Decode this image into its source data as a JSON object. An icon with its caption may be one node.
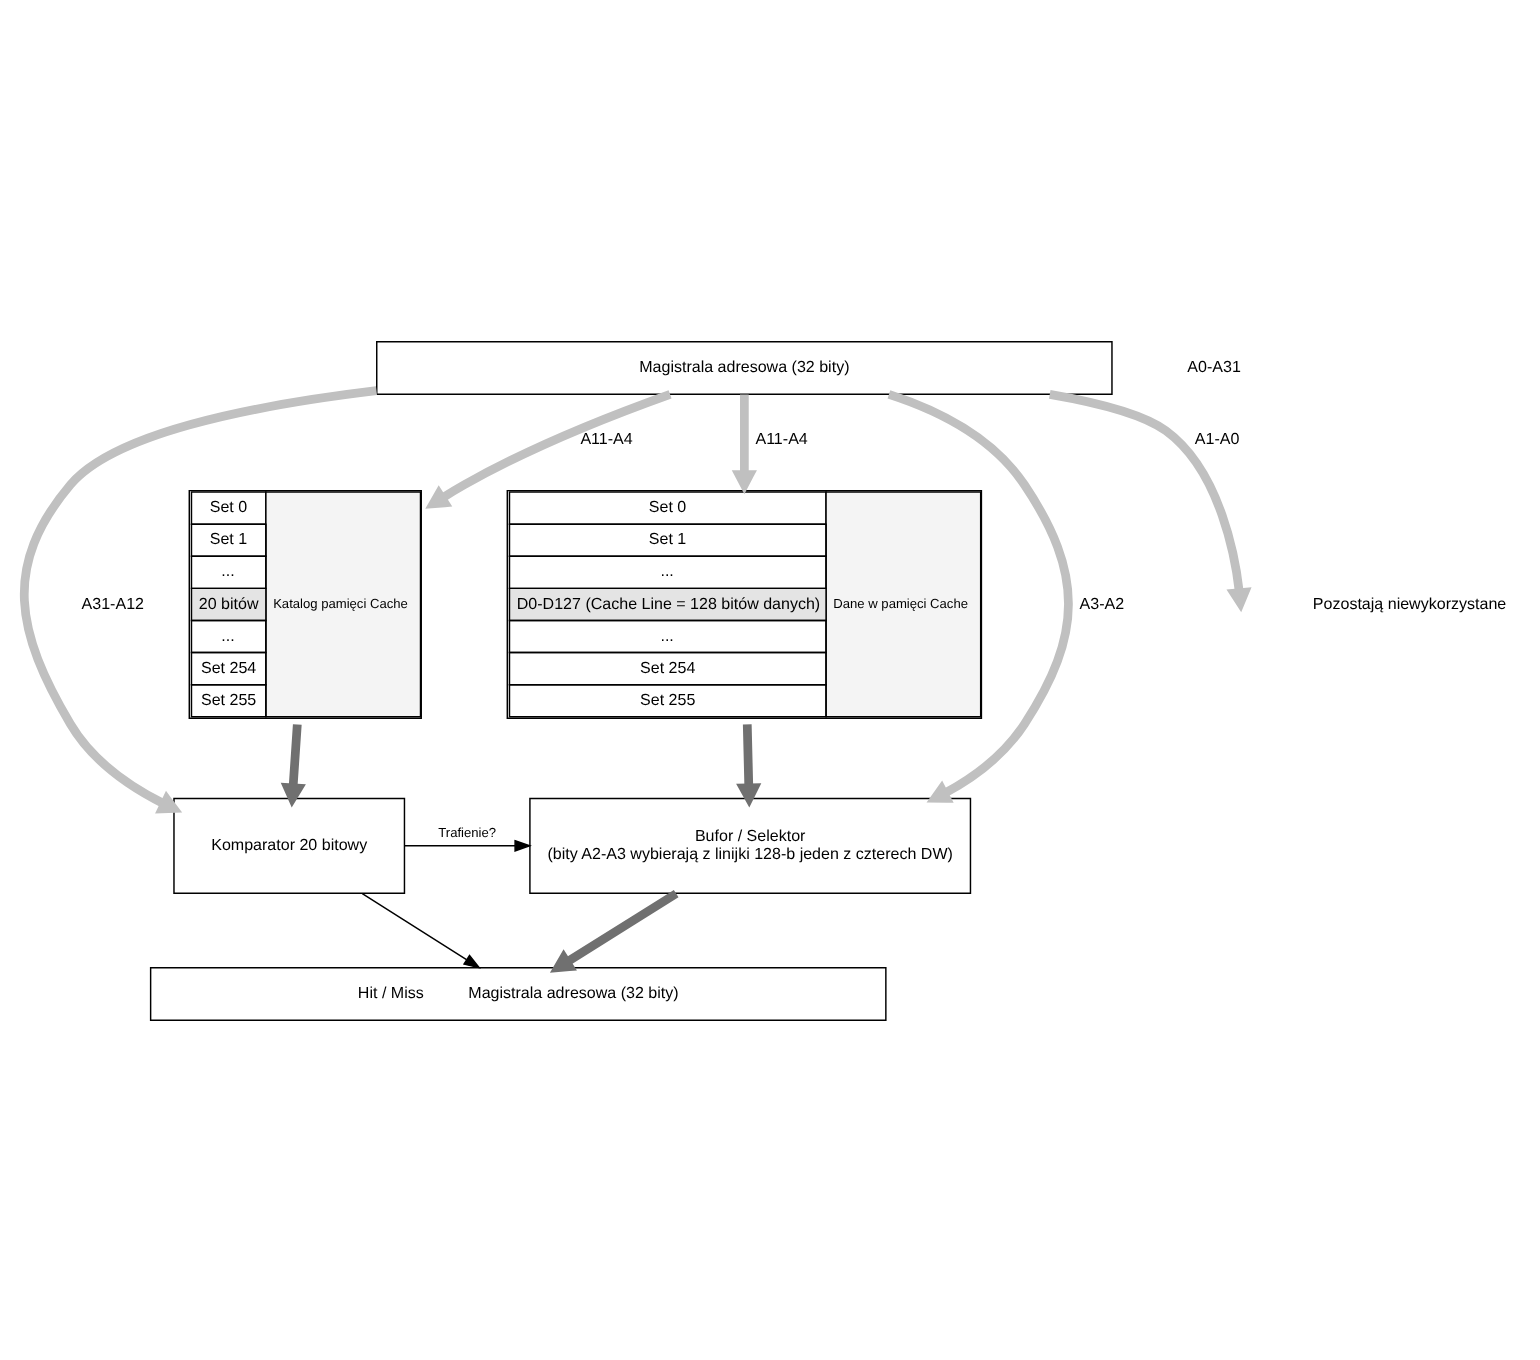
{
  "diagram": {
    "nodes": [
      {
        "text": [
          "Magistrala adresowa (32 bity)"
        ]
      },
      {
        "text": [
          "Set 0",
          "Set 1",
          "...",
          "20 bitów",
          "...",
          "Set 254",
          "Set 255",
          "Katalog pamięci Cache"
        ]
      },
      {
        "text": [
          "Set 0",
          "Set 1",
          "...",
          "D0-D127 (Cache Line = 128 bitów danych)",
          "...",
          "Set 254",
          "Set 255",
          "Dane w pamięci Cache"
        ]
      },
      {
        "text": [
          "Komparator 20 bitowy"
        ]
      },
      {
        "text": [
          "Bufor / Selektor",
          "(bity A2-A3 wybierają z linijki 128-b jeden z czterech DW)"
        ]
      },
      {
        "text": [
          "Hit / Miss",
          "Magistrala adresowa (32 bity)"
        ]
      }
    ],
    "edges": [
      {
        "from": 0,
        "to": 3,
        "arrow": "to",
        "label": "A31-A12"
      },
      {
        "from": 0,
        "to": 1,
        "arrow": "to",
        "label": "A11-A4"
      },
      {
        "from": 0,
        "to": 2,
        "arrow": "to",
        "label": "A11-A4"
      },
      {
        "from": 0,
        "to": 4,
        "arrow": "to",
        "label": "A3-A2"
      },
      {
        "from": 0,
        "to": null,
        "arrow": "to",
        "label": "A1-A0"
      },
      {
        "from": 1,
        "to": 3,
        "arrow": "to",
        "color": "#707070"
      },
      {
        "from": 2,
        "to": 4,
        "arrow": "to",
        "color": "#707070"
      },
      {
        "from": 3,
        "to": 4,
        "arrow": "to",
        "label": "Trafienie?",
        "color": "#000000"
      },
      {
        "from": 3,
        "to": 5,
        "arrow": "to",
        "color": "#000000"
      },
      {
        "from": 4,
        "to": 5,
        "arrow": "to",
        "color": "#707070"
      }
    ],
    "labels": [
      "A0-A31",
      "Pozostają niewykorzystane"
    ]
  }
}
